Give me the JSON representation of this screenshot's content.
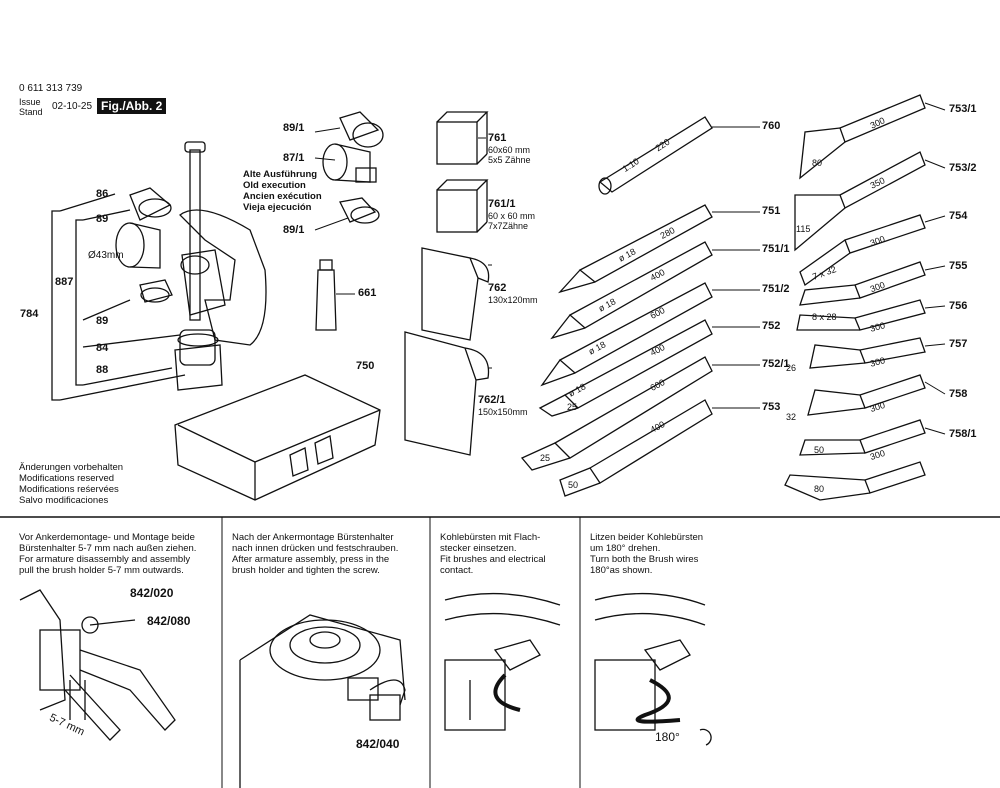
{
  "header": {
    "part_number": "0 611 313 739",
    "issue_label_1": "Issue",
    "issue_label_2": "Stand",
    "issue_date": "02-10-25",
    "figure": "Fig./Abb. 2"
  },
  "left_labels": {
    "l86": "86",
    "l89a": "89",
    "l43": "Ø43mm",
    "l887": "887",
    "l784": "784",
    "l89b": "89",
    "l84": "84",
    "l88": "88"
  },
  "top_labels": {
    "l891a": "89/1",
    "l871": "87/1",
    "l891b": "89/1",
    "l661": "661",
    "l750": "750"
  },
  "old_execution": [
    "Alte Ausführung",
    "Old execution",
    "Ancien exécution",
    "Vieja ejecución"
  ],
  "middle_items": {
    "i761": "761",
    "i761_d1": "60x60 mm",
    "i761_d2": "5x5 Zähne",
    "i7611": "761/1",
    "i7611_d1": "60 x 60 mm",
    "i7611_d2": "7x7Zähne",
    "i762": "762",
    "i762_d1": "130x120mm",
    "i7621": "762/1",
    "i7621_d1": "150x150mm"
  },
  "chisels_mid": {
    "c760": "760",
    "c751": "751",
    "c7511": "751/1",
    "c7512": "751/2",
    "c752": "752",
    "c7521": "752/1",
    "c753": "753",
    "m110": "1:10",
    "m220": "220",
    "m18a": "ø 18",
    "m280": "280",
    "m18b": "ø 18",
    "m400a": "400",
    "m18c": "ø 18",
    "m600a": "600",
    "m18d": "ø 18",
    "m400b": "400",
    "m25a": "25",
    "m600b": "600",
    "m25b": "25",
    "m400c": "400",
    "m50": "50"
  },
  "chisels_right": {
    "c7531": "753/1",
    "c7532": "753/2",
    "c754": "754",
    "c755": "755",
    "c756": "756",
    "c757": "757",
    "c758": "758",
    "c7581": "758/1",
    "r300a": "300",
    "r80a": "80",
    "r350": "350",
    "r115": "115",
    "r300b": "300",
    "r7x32": "7 x 32",
    "r300c": "300",
    "r8x28": "8 x 28",
    "r300d": "300",
    "r26": "26",
    "r300e": "300",
    "r32": "32",
    "r300f": "300",
    "r50": "50",
    "r300g": "300",
    "r80b": "80"
  },
  "changes": [
    "Änderungen vorbehalten",
    "Modifications reserved",
    "Modifications reśervées",
    "Salvo modificaciones"
  ],
  "notes": {
    "n1": [
      "Vor Ankerdemontage- und Montage beide",
      "Bürstenhalter 5-7 mm nach außen ziehen.",
      "For armature disassembly and assembly",
      "pull the brush holder 5-7 mm outwards."
    ],
    "n2": [
      "Nach der Ankermontage Bürstenhalter",
      "nach innen drücken und festschrauben.",
      "After armature assembly, press in the",
      "brush holder and tighten the screw."
    ],
    "n3": [
      "Kohlebürsten mit Flach-",
      "stecker einsetzen.",
      "Fit brushes and electrical",
      "contact."
    ],
    "n4": [
      "Litzen beider Kohlebürsten",
      "um 180° drehen.",
      "Turn both the Brush wires",
      "180°as shown."
    ]
  },
  "bottom_labels": {
    "b842020": "842/020",
    "b842080": "842/080",
    "b57": "5-7 mm",
    "b842040": "842/040",
    "b180": "180°"
  }
}
